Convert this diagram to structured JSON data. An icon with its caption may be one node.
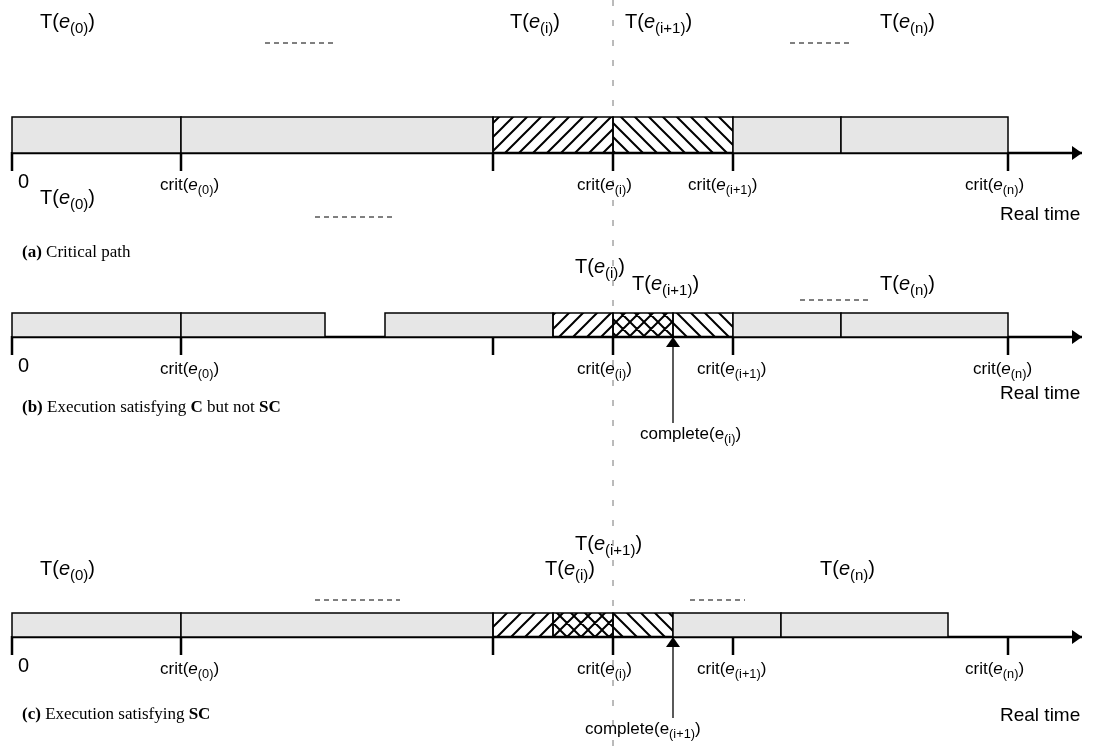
{
  "diagram": {
    "nodes": [
      {
        "text": [],
        "shape": "bar"
      },
      {
        "text": [],
        "shape": "bar"
      },
      {
        "text": [],
        "shape": "bar"
      },
      {
        "text": [],
        "shape": "bar"
      },
      {
        "text": [],
        "shape": "bar"
      },
      {
        "text": [],
        "shape": "bar"
      },
      {
        "text": [],
        "shape": "bar"
      },
      {
        "text": [],
        "shape": "bar"
      },
      {
        "text": [],
        "shape": "bar"
      },
      {
        "text": [],
        "shape": "bar"
      },
      {
        "text": [],
        "shape": "bar"
      },
      {
        "text": [],
        "shape": "bar"
      },
      {
        "text": [],
        "shape": "bar"
      },
      {
        "text": [],
        "shape": "bar"
      },
      {
        "text": [
          "complete(e$_{(i)}$)"
        ]
      },
      {
        "text": [],
        "shape": "bar"
      },
      {
        "text": [],
        "shape": "bar"
      },
      {
        "text": [],
        "shape": "bar"
      },
      {
        "text": [],
        "shape": "bar"
      },
      {
        "text": [],
        "shape": "bar"
      },
      {
        "text": [],
        "shape": "bar"
      },
      {
        "text": [],
        "shape": "bar"
      },
      {
        "text": [
          "complete(e$_{(i+1)}$)"
        ]
      }
    ],
    "edges": [
      {
        "from": 14,
        "to": 10,
        "arrow": "to"
      },
      {
        "from": 22,
        "to": 19,
        "arrow": "to"
      }
    ],
    "labels": [
      "T(*e*$_{(0)}$)",
      "T(*e*$_{(i)}$)",
      "T(*e*$_{(i+1)}$)",
      "T(*e*$_{(n)}$)",
      "0",
      "crit(*e*$_{(0)}$)",
      "crit(*e*$_{(i)}$)",
      "crit(*e*$_{(i+1)}$)",
      "crit(*e*$_{(n)}$)",
      "Real time",
      "**(a)** Critical path",
      "T(*e*$_{(i)}$)",
      "T(*e*$_{(0)}$)",
      "T(*e*$_{(i+1)}$)",
      "T(*e*$_{(n)}$)",
      "0",
      "crit(*e*$_{(0)}$)",
      "crit(*e*$_{(i)}$)",
      "crit(*e*$_{(i+1)}$)",
      "crit(*e*$_{(n)}$)",
      "Real time",
      "**(b)** Execution satisfying **C** but not **SC**",
      "T(*e*$_{(i+1)}$)",
      "T(*e*$_{(0)}$)",
      "T(*e*$_{(i)}$)",
      "T(*e*$_{(n)}$)",
      "0",
      "crit(*e*$_{(0)}$)",
      "crit(*e*$_{(i)}$)",
      "crit(*e*$_{(i+1)}$)",
      "crit(*e*$_{(n)}$)",
      "**(c)** Execution satisfying **SC**",
      "Real time"
    ]
  }
}
